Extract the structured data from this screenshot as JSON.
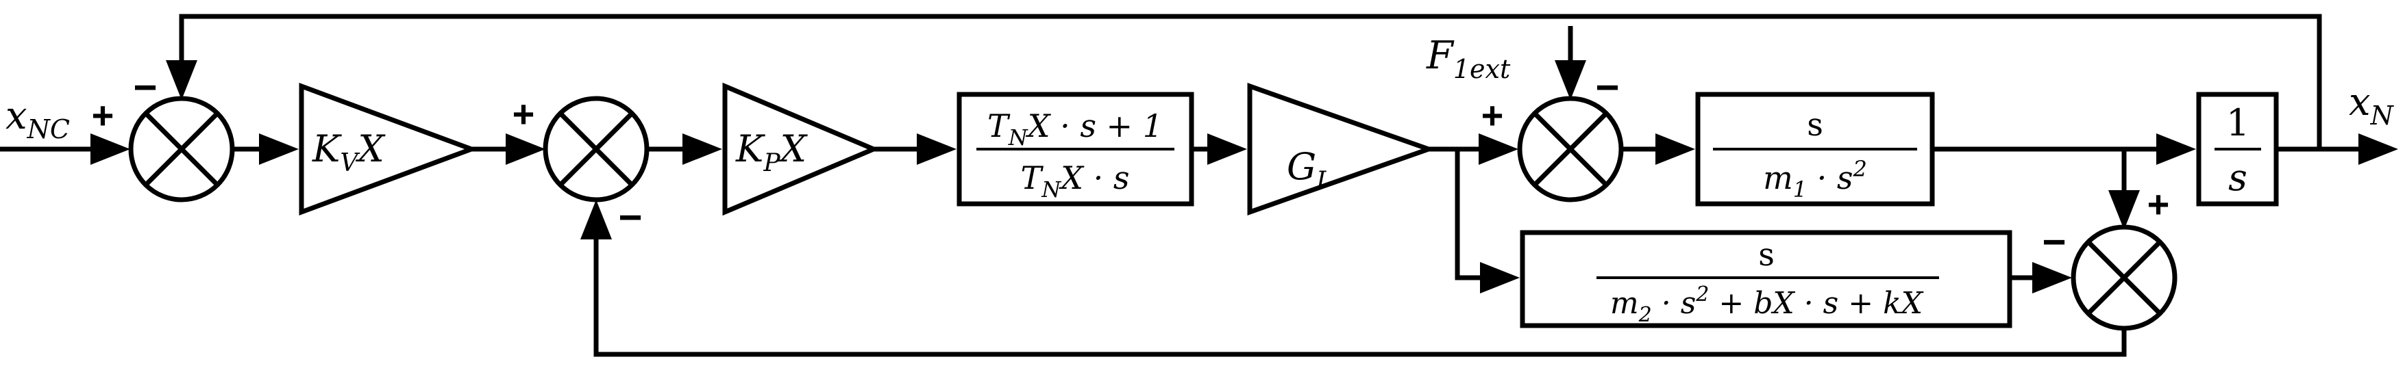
{
  "signals": {
    "input": {
      "base": "x",
      "sub": "NC"
    },
    "output": {
      "base": "x",
      "sub": "N"
    },
    "disturbance": {
      "base": "F",
      "sub": "1ext"
    }
  },
  "gains": {
    "kv": {
      "base": "K",
      "sub": "V",
      "tail": "X"
    },
    "kp": {
      "base": "K",
      "sub": "P",
      "tail": "X"
    },
    "gi": {
      "base": "G",
      "sub": "I"
    }
  },
  "blocks": {
    "pi": {
      "num": {
        "a": "T",
        "sub": "N",
        "b": "X · s + 1"
      },
      "den": {
        "a": "T",
        "sub": "N",
        "b": "X · s"
      }
    },
    "mass1": {
      "num": "s",
      "den": {
        "a": "m",
        "sub": "1",
        "b": " · s",
        "sup": "2"
      }
    },
    "mass2": {
      "num": "s",
      "den": {
        "a": "m",
        "sub": "2",
        "b": " · s",
        "sup": "2",
        "c": " + bX · s + kX"
      }
    },
    "integrator": {
      "num": "1",
      "den": "s"
    }
  },
  "signs": {
    "sum1_plus": "+",
    "sum1_minus": "−",
    "sum2_plus": "+",
    "sum2_minus": "−",
    "sum3_plus": "+",
    "sum3_minus": "−",
    "sum4_plus": "+",
    "sum4_minus": "−"
  }
}
